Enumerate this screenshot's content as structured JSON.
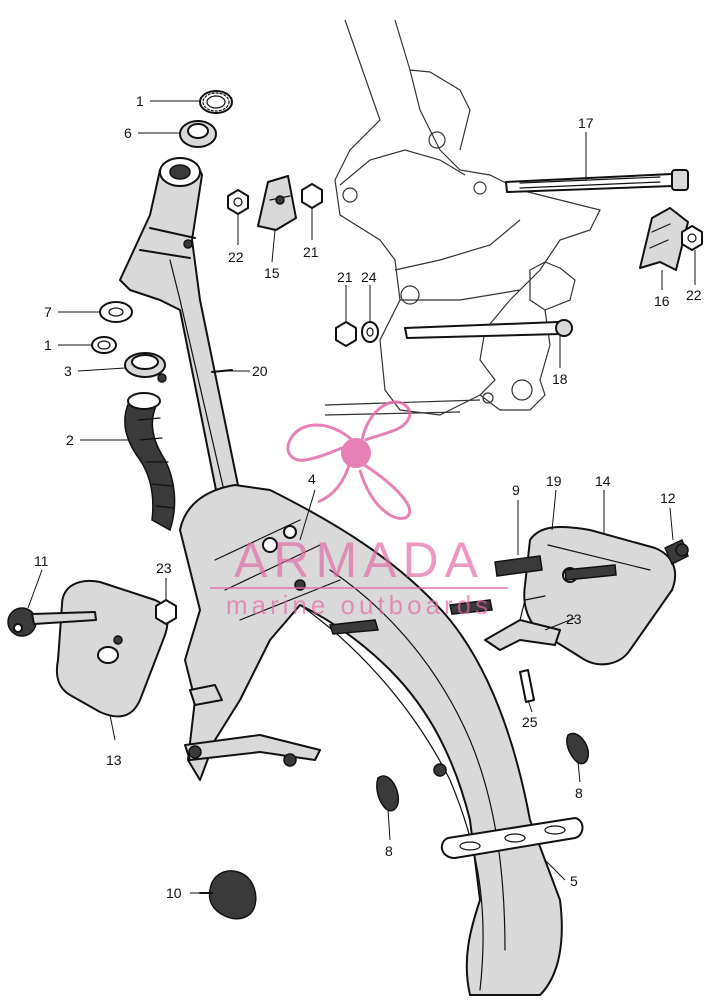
{
  "watermark": {
    "brand": "ARMADA",
    "tagline": "marine outboards",
    "color": "#e36aa8"
  },
  "callouts": [
    {
      "id": "c1a",
      "text": "1"
    },
    {
      "id": "c6",
      "text": "6"
    },
    {
      "id": "c22a",
      "text": "22"
    },
    {
      "id": "c15",
      "text": "15"
    },
    {
      "id": "c21a",
      "text": "21"
    },
    {
      "id": "c17",
      "text": "17"
    },
    {
      "id": "c16",
      "text": "16"
    },
    {
      "id": "c22b",
      "text": "22"
    },
    {
      "id": "c21b",
      "text": "21"
    },
    {
      "id": "c24",
      "text": "24"
    },
    {
      "id": "c7",
      "text": "7"
    },
    {
      "id": "c1b",
      "text": "1"
    },
    {
      "id": "c3",
      "text": "3"
    },
    {
      "id": "c20",
      "text": "20"
    },
    {
      "id": "c18",
      "text": "18"
    },
    {
      "id": "c2",
      "text": "2"
    },
    {
      "id": "c4",
      "text": "4"
    },
    {
      "id": "c9",
      "text": "9"
    },
    {
      "id": "c19",
      "text": "19"
    },
    {
      "id": "c14",
      "text": "14"
    },
    {
      "id": "c12",
      "text": "12"
    },
    {
      "id": "c11",
      "text": "11"
    },
    {
      "id": "c23a",
      "text": "23"
    },
    {
      "id": "c23b",
      "text": "23"
    },
    {
      "id": "c13",
      "text": "13"
    },
    {
      "id": "c25",
      "text": "25"
    },
    {
      "id": "c8a",
      "text": "8"
    },
    {
      "id": "c8b",
      "text": "8"
    },
    {
      "id": "c5",
      "text": "5"
    },
    {
      "id": "c10",
      "text": "10"
    }
  ]
}
